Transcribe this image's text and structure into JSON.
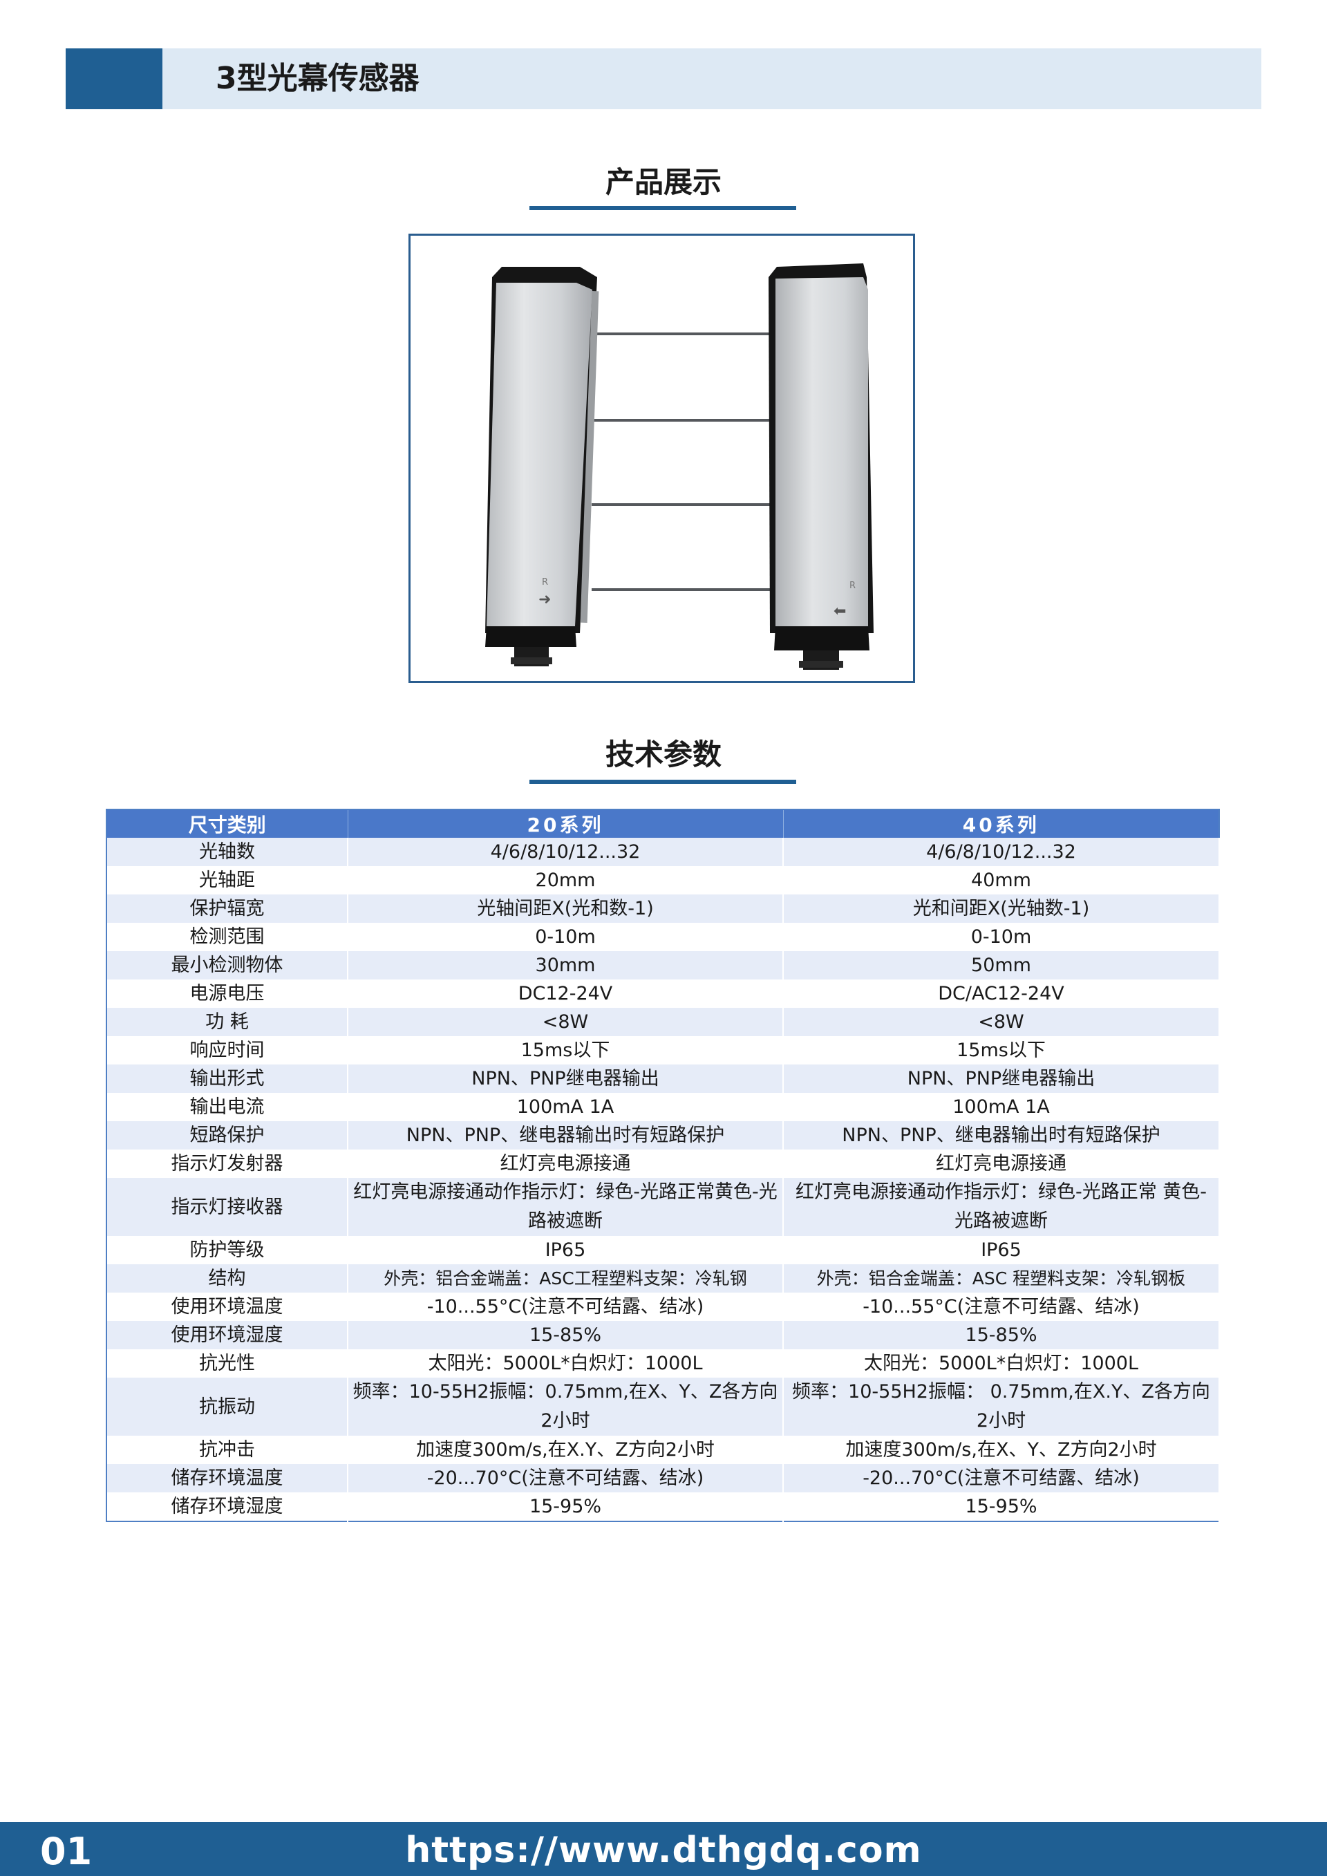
{
  "header": {
    "title": "3型光幕传感器"
  },
  "product": {
    "section_title": "产品展示"
  },
  "specs": {
    "section_title": "技术参数",
    "columns": [
      "尺寸类别",
      "20系列",
      "40系列"
    ],
    "rows": [
      [
        "光轴数",
        "4/6/8/10/12...32",
        "4/6/8/10/12...32"
      ],
      [
        "光轴距",
        "20mm",
        "40mm"
      ],
      [
        "保护辐宽",
        "光轴间距X(光和数-1)",
        "光和间距X(光轴数-1)"
      ],
      [
        "检测范围",
        "0-10m",
        "0-10m"
      ],
      [
        "最小检测物体",
        "30mm",
        "50mm"
      ],
      [
        "电源电压",
        "DC12-24V",
        "DC/AC12-24V"
      ],
      [
        "功 耗",
        "<8W",
        "<8W"
      ],
      [
        "响应时间",
        "15ms以下",
        "15ms以下"
      ],
      [
        "输出形式",
        "NPN、PNP继电器输出",
        "NPN、PNP继电器输出"
      ],
      [
        "输出电流",
        "100mA 1A",
        "100mA 1A"
      ],
      [
        "短路保护",
        "NPN、PNP、继电器输出时有短路保护",
        "NPN、PNP、继电器输出时有短路保护"
      ],
      [
        "指示灯发射器",
        "红灯亮电源接通",
        "红灯亮电源接通"
      ],
      [
        "指示灯接收器",
        "红灯亮电源接通动作指示灯：绿色-光路正常黄色-光路被遮断",
        "红灯亮电源接通动作指示灯：绿色-光路正常 黄色-光路被遮断"
      ],
      [
        "防护等级",
        "IP65",
        "IP65"
      ],
      [
        "结构",
        "外壳：铝合金端盖：ASC工程塑料支架：冷轧钢",
        "外壳：铝合金端盖：ASC 程塑料支架：冷轧钢板"
      ],
      [
        "使用环境温度",
        "-10...55°C(注意不可结露、结冰)",
        "-10...55°C(注意不可结露、结冰)"
      ],
      [
        "使用环境湿度",
        "15-85%",
        "15-85%"
      ],
      [
        "抗光性",
        "太阳光：5000L*白炽灯：1000L",
        "太阳光：5000L*白炽灯：1000L"
      ],
      [
        "抗振动",
        "频率：10-55H2振幅：0.75mm,在X、Y、Z各方向2小时",
        "频率：10-55H2振幅： 0.75mm,在X.Y、Z各方向2小时"
      ],
      [
        "抗冲击",
        "加速度300m/s,在X.Y、Z方向2小时",
        "加速度300m/s,在X、Y、Z方向2小时"
      ],
      [
        "储存环境温度",
        "-20...70°C(注意不可结露、结冰)",
        "-20...70°C(注意不可结露、结冰)"
      ],
      [
        "储存环境湿度",
        "15-95%",
        "15-95%"
      ]
    ]
  },
  "footer": {
    "page_number": "01",
    "url": "https://www.dthgdq.com"
  },
  "colors": {
    "brand_blue": "#1f5f93",
    "header_light": "#dde9f4",
    "table_header": "#4a78c9",
    "row_stripe": "#e6ecf8"
  },
  "icons": {
    "product_photo": "light-curtain-sensor-pair"
  }
}
